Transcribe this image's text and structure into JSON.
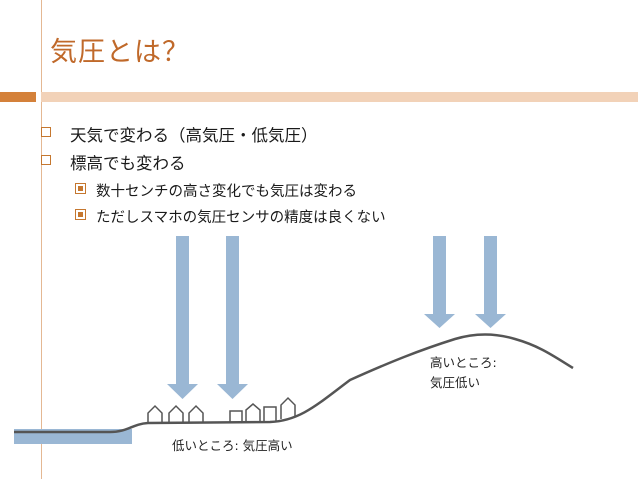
{
  "slide": {
    "title": "気圧とは？",
    "bullets": [
      "天気で変わる（高気圧・低気圧）",
      "標高でも変わる"
    ],
    "sub_bullets": [
      "数十センチの高さ変化でも気圧は変わる",
      "ただしスマホの気圧センサの精度は良くない"
    ]
  },
  "diagram": {
    "high_place_label_1": "高いところ:",
    "high_place_label_2": "気圧低い",
    "low_place_label": "低いところ:  気圧高い"
  },
  "colors": {
    "title": "#c0692a",
    "accent": "#d4813a",
    "arrow": "#9ab7d4",
    "water": "#9ab7d4",
    "ground": "#555555"
  }
}
